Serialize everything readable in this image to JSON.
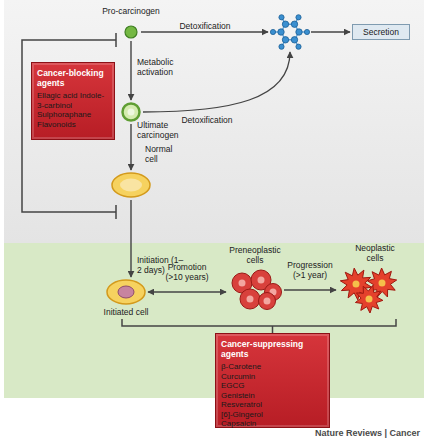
{
  "diagram": {
    "nodes": [
      {
        "text": [
          "Pro-carcinogen"
        ]
      },
      {
        "text": [
          "Secretion"
        ]
      },
      {
        "text": [
          "Cancer-blocking agents",
          "Ellagic acid Indole-3-carbinol Sulphoraphane Flavonoids"
        ]
      },
      {
        "text": [
          "Ultimate carcinogen"
        ]
      },
      {
        "text": [
          "Normal cell"
        ]
      },
      {
        "text": [
          "Initiated cell"
        ]
      },
      {
        "text": [
          "Preneoplastic cells"
        ]
      },
      {
        "text": [
          "Neoplastic cells"
        ]
      },
      {
        "text": [
          "Cancer-suppressing agents",
          "β-Carotene Curcumin EGCG Genistein Resveratrol [6]-Gingerol Capsaicin"
        ]
      }
    ],
    "edges": [
      {
        "from": 0,
        "to": 3,
        "label": "Metabolic activation",
        "arrow": "to"
      },
      {
        "from": 3,
        "to": 4,
        "arrow": "to"
      },
      {
        "from": 4,
        "to": 5,
        "label": "Initiation (1–2 days)",
        "arrow": "to"
      },
      {
        "from": 5,
        "to": 6,
        "label": "Promotion (>10 years)",
        "arrow": "both"
      },
      {
        "from": 6,
        "to": 7,
        "label": "Progression (>1 year)",
        "arrow": "to"
      }
    ],
    "labels": [
      "Detoxification",
      "Detoxification",
      "Nature Reviews | Cancer"
    ]
  }
}
